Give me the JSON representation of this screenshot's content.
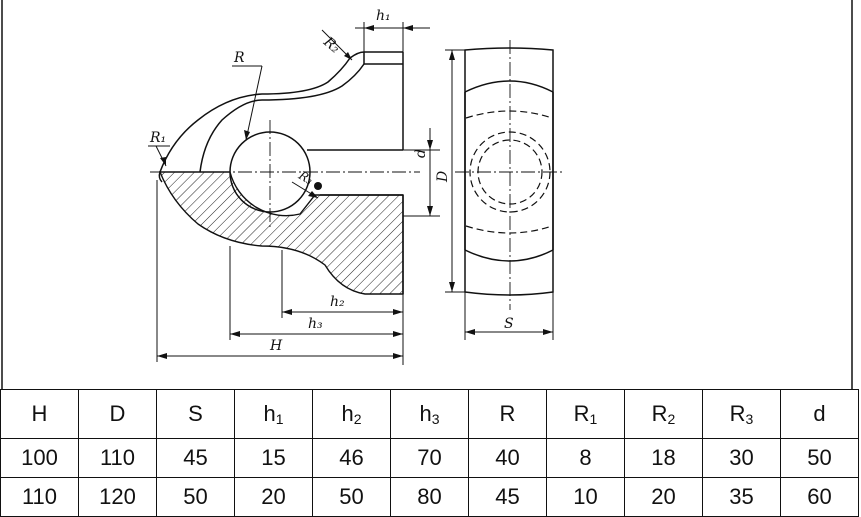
{
  "drawing": {
    "labels": {
      "h1": "h₁",
      "R2": "R₂",
      "R": "R",
      "R1": "R₁",
      "R3": "R₃",
      "d": "d",
      "D": "D",
      "h2": "h₂",
      "h3": "h₃",
      "H": "H",
      "S": "S"
    }
  },
  "table": {
    "headers": [
      {
        "base": "H",
        "sub": ""
      },
      {
        "base": "D",
        "sub": ""
      },
      {
        "base": "S",
        "sub": ""
      },
      {
        "base": "h",
        "sub": "1"
      },
      {
        "base": "h",
        "sub": "2"
      },
      {
        "base": "h",
        "sub": "3"
      },
      {
        "base": "R",
        "sub": ""
      },
      {
        "base": "R",
        "sub": "1"
      },
      {
        "base": "R",
        "sub": "2"
      },
      {
        "base": "R",
        "sub": "3"
      },
      {
        "base": "d",
        "sub": ""
      }
    ],
    "rows": [
      [
        "100",
        "110",
        "45",
        "15",
        "46",
        "70",
        "40",
        "8",
        "18",
        "30",
        "50"
      ],
      [
        "110",
        "120",
        "50",
        "20",
        "50",
        "80",
        "45",
        "10",
        "20",
        "35",
        "60"
      ]
    ]
  }
}
